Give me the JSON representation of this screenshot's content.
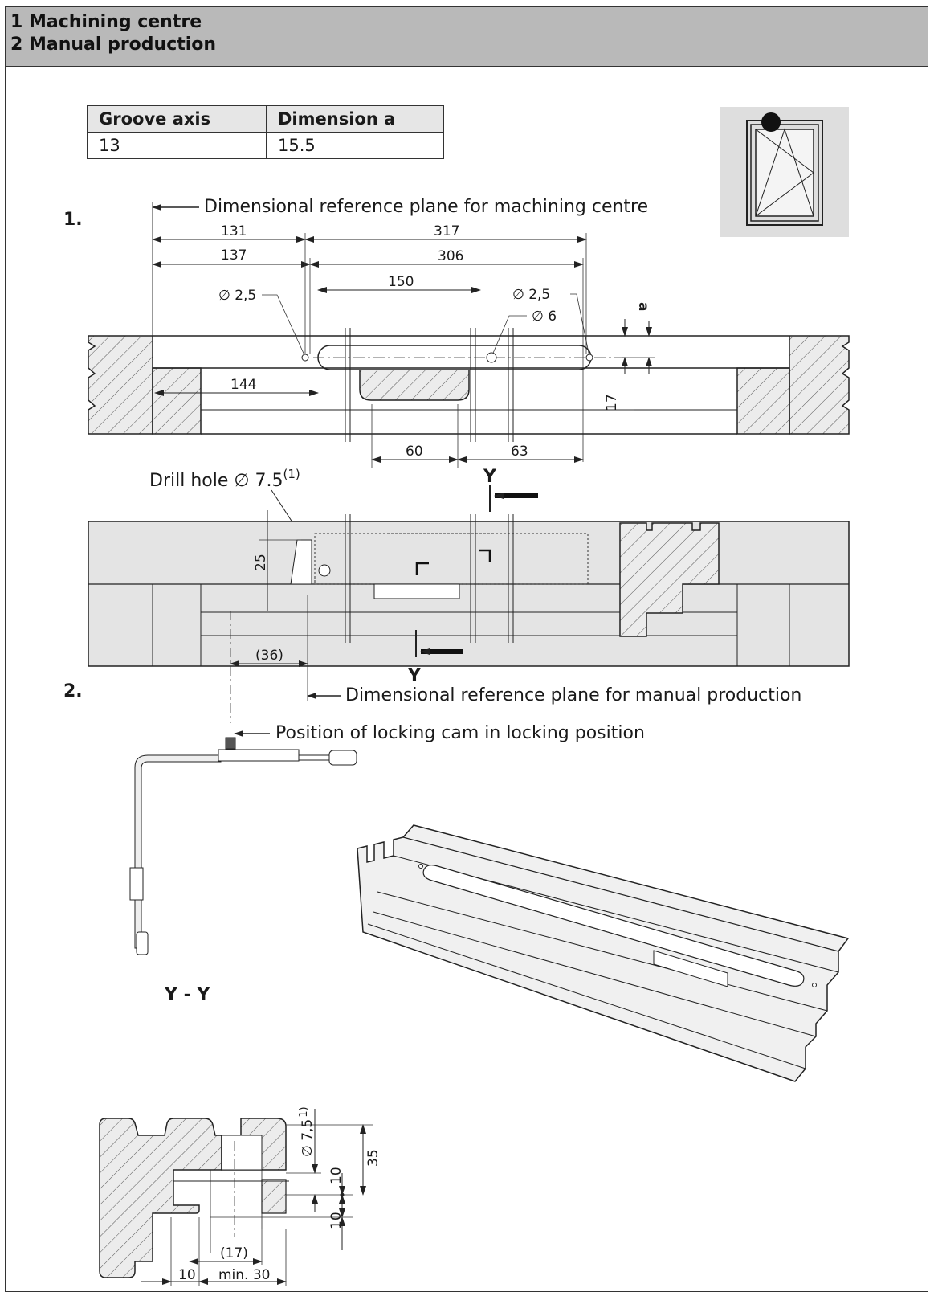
{
  "header": {
    "line1": "1 Machining centre",
    "line2": "2 Manual production"
  },
  "spec_table": {
    "headers": [
      "Groove axis",
      "Dimension a"
    ],
    "row": [
      "13",
      "15.5"
    ]
  },
  "step1": {
    "marker": "1.",
    "ref_label": "Dimensional reference plane for machining centre",
    "dims": {
      "d131": "131",
      "d317": "317",
      "d137": "137",
      "d306": "306",
      "d150": "150",
      "dia25_left": "∅ 2,5",
      "dia25_right": "∅ 2,5",
      "dia6": "∅ 6",
      "a": "a",
      "d144": "144",
      "d17": "17",
      "d60": "60",
      "d63": "63"
    }
  },
  "step2": {
    "marker": "2.",
    "drill_label": "Drill hole ∅ 7.5",
    "drill_sup": "(1)",
    "section_mark": "Y",
    "d25": "25",
    "d36": "(36)",
    "ref_label": "Dimensional reference plane for manual production",
    "cam_label": "Position of locking cam in locking position"
  },
  "section": {
    "title": "Y - Y",
    "dia": "∅ 7,5",
    "dia_sup": "1)",
    "d35": "35",
    "d10a": "10",
    "d10b": "10",
    "d17": "(17)",
    "d10c": "10",
    "min30": "min. 30"
  }
}
